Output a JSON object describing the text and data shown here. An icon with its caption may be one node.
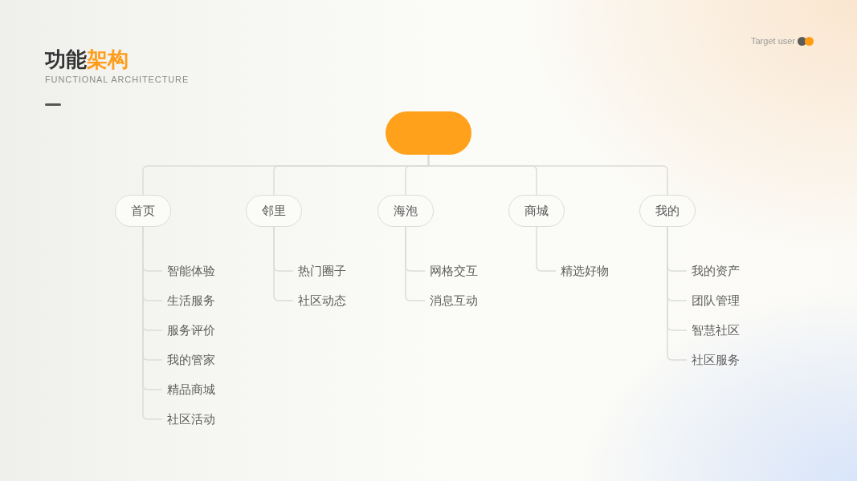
{
  "diagram": {
    "title": "功能架构",
    "nodes": [
      {
        "text": [],
        "shape": "pill"
      },
      {
        "text": [
          "首页"
        ]
      },
      {
        "text": [
          "邻里"
        ]
      },
      {
        "text": [
          "海泡"
        ]
      },
      {
        "text": [
          "商城"
        ]
      },
      {
        "text": [
          "我的"
        ]
      },
      {
        "text": [
          "智能体验"
        ]
      },
      {
        "text": [
          "生活服务"
        ]
      },
      {
        "text": [
          "服务评价"
        ]
      },
      {
        "text": [
          "我的管家"
        ]
      },
      {
        "text": [
          "精品商城"
        ]
      },
      {
        "text": [
          "社区活动"
        ]
      },
      {
        "text": [
          "热门圈子"
        ]
      },
      {
        "text": [
          "社区动态"
        ]
      },
      {
        "text": [
          "网格交互"
        ]
      },
      {
        "text": [
          "消息互动"
        ]
      },
      {
        "text": [
          "精选好物"
        ]
      },
      {
        "text": [
          "我的资产"
        ]
      },
      {
        "text": [
          "团队管理"
        ]
      },
      {
        "text": [
          "智慧社区"
        ]
      },
      {
        "text": [
          "社区服务"
        ]
      }
    ],
    "edges": [
      {
        "from": 0,
        "to": 1,
        "arrow": "none"
      },
      {
        "from": 0,
        "to": 2,
        "arrow": "none"
      },
      {
        "from": 0,
        "to": 3,
        "arrow": "none"
      },
      {
        "from": 0,
        "to": 4,
        "arrow": "none"
      },
      {
        "from": 0,
        "to": 5,
        "arrow": "none"
      },
      {
        "from": 1,
        "to": 6,
        "arrow": "none"
      },
      {
        "from": 1,
        "to": 7,
        "arrow": "none"
      },
      {
        "from": 1,
        "to": 8,
        "arrow": "none"
      },
      {
        "from": 1,
        "to": 9,
        "arrow": "none"
      },
      {
        "from": 1,
        "to": 10,
        "arrow": "none"
      },
      {
        "from": 1,
        "to": 11,
        "arrow": "none"
      },
      {
        "from": 2,
        "to": 12,
        "arrow": "none"
      },
      {
        "from": 2,
        "to": 13,
        "arrow": "none"
      },
      {
        "from": 3,
        "to": 14,
        "arrow": "none"
      },
      {
        "from": 3,
        "to": 15,
        "arrow": "none"
      },
      {
        "from": 4,
        "to": 16,
        "arrow": "none"
      },
      {
        "from": 5,
        "to": 17,
        "arrow": "none"
      },
      {
        "from": 5,
        "to": 18,
        "arrow": "none"
      },
      {
        "from": 5,
        "to": 19,
        "arrow": "none"
      },
      {
        "from": 5,
        "to": 20,
        "arrow": "none"
      }
    ],
    "labels": [
      "FUNCTIONAL ARCHITECTURE",
      "Target user"
    ]
  }
}
